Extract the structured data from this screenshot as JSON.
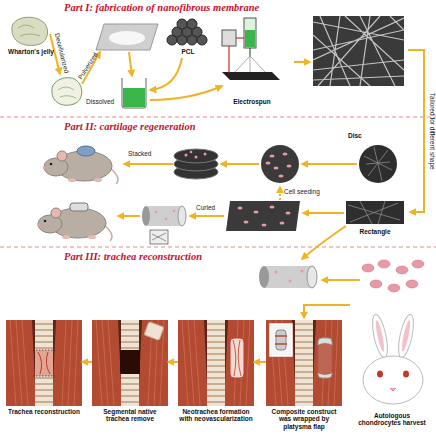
{
  "diagram": {
    "nodes": [
      {
        "text": [
          "Part I: fabrication of nanofibrous membrane"
        ]
      },
      {
        "text": [
          "Wharton's jelly"
        ],
        "in": 0
      },
      {
        "text": [
          "PCL"
        ],
        "in": 0
      },
      {
        "text": [
          "Electrospun"
        ],
        "in": 0
      },
      {
        "text": [
          "Part II: cartilage regeneration"
        ]
      },
      {
        "text": [
          "Disc"
        ],
        "in": 4
      },
      {
        "text": [
          "Rectangle"
        ],
        "in": 4
      },
      {
        "text": [
          "Part III: trachea reconstruction"
        ]
      },
      {
        "text": [
          "Autologous chondrocytes harvest"
        ],
        "in": 7
      },
      {
        "text": [
          "Composite construct was wrapped by platysma flap"
        ],
        "in": 7
      },
      {
        "text": [
          "Neotrachea formation with neovascularization"
        ],
        "in": 7
      },
      {
        "text": [
          "Segmental native trachea remove"
        ],
        "in": 7
      },
      {
        "text": [
          "Trachea reconstruction"
        ],
        "in": 7
      }
    ],
    "edges": [
      {
        "from": 3,
        "to": 6,
        "label": "Tailored for different shape",
        "arrow": "to"
      },
      {
        "from": 8,
        "to": 9,
        "arrow": "to"
      },
      {
        "from": 9,
        "to": 10,
        "arrow": "to"
      },
      {
        "from": 10,
        "to": 11,
        "arrow": "to"
      },
      {
        "from": 11,
        "to": 12,
        "arrow": "to"
      }
    ],
    "labels": [
      "Decellularized",
      "Pulverized",
      "Dissolved",
      "Stacked",
      "Cell seeding",
      "Curled"
    ]
  }
}
